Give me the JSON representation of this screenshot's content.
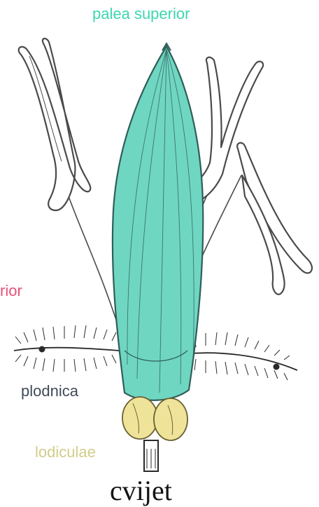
{
  "labels": {
    "palea_superior": "palea superior",
    "partial_left": "rior",
    "plodnica": "plodnica",
    "lodiculae": "lodiculae",
    "title": "cvijet"
  },
  "colors": {
    "palea_label": "#3dd6b0",
    "partial_label": "#e8507a",
    "plodnica_label": "#404a5a",
    "lodiculae_label": "#d2cd8a",
    "title": "#141414",
    "palea_fill": "#6fd6c2",
    "palea_stroke": "#2f5e58",
    "stamen_stroke": "#4a4a4a",
    "lodicule_fill": "#efe39a",
    "ink": "#2a2a2a"
  }
}
